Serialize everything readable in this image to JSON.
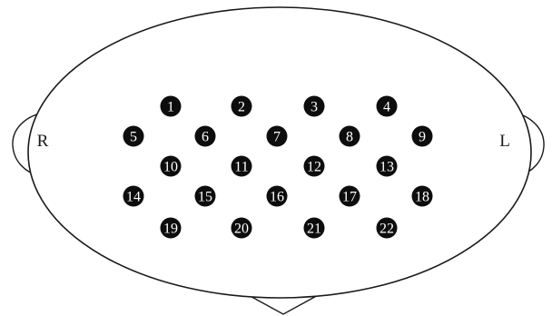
{
  "labels": {
    "right": "R",
    "left": "L"
  },
  "electrodes": [
    {
      "label": "1"
    },
    {
      "label": "2"
    },
    {
      "label": "3"
    },
    {
      "label": "4"
    },
    {
      "label": "5"
    },
    {
      "label": "6"
    },
    {
      "label": "7"
    },
    {
      "label": "8"
    },
    {
      "label": "9"
    },
    {
      "label": "10"
    },
    {
      "label": "11"
    },
    {
      "label": "12"
    },
    {
      "label": "13"
    },
    {
      "label": "14"
    },
    {
      "label": "15"
    },
    {
      "label": "16"
    },
    {
      "label": "17"
    },
    {
      "label": "18"
    },
    {
      "label": "19"
    },
    {
      "label": "20"
    },
    {
      "label": "21"
    },
    {
      "label": "22"
    }
  ],
  "colors": {
    "outline": "#1a1a1a",
    "dot": "#0d0d0d",
    "dot_text": "#ffffff"
  }
}
